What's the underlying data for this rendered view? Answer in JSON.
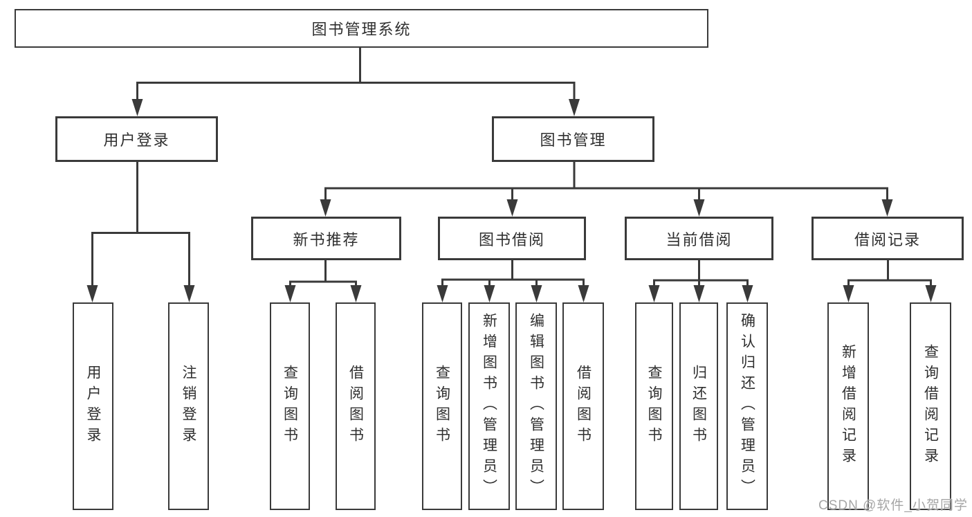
{
  "colors": {
    "line": "#3a3a3a",
    "text": "#2f2f2f",
    "background": "#ffffff",
    "watermark": "#a6a6a6"
  },
  "nodes": {
    "root": "图书管理系统",
    "level2": {
      "user_login": "用户登录",
      "book_mgmt": "图书管理"
    },
    "level3": {
      "new_books": "新书推荐",
      "book_borrow": "图书借阅",
      "current_borrow": "当前借阅",
      "borrow_records": "借阅记录"
    },
    "leaves": {
      "user_login": [
        "用户登录",
        "注销登录"
      ],
      "new_books": [
        "查询图书",
        "借阅图书"
      ],
      "book_borrow": [
        "查询图书",
        "新增图书（管理员）",
        "编辑图书（管理员）",
        "借阅图书"
      ],
      "current_borrow": [
        "查询图书",
        "归还图书",
        "确认归还（管理员）"
      ],
      "borrow_records": [
        "新增借阅记录",
        "查询借阅记录"
      ]
    }
  },
  "watermark": "CSDN @软件_小贺同学"
}
